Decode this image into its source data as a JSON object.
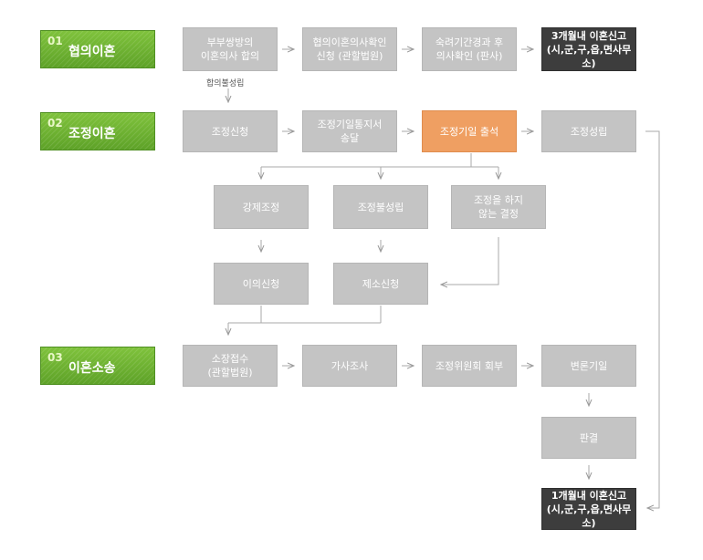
{
  "stages": [
    {
      "number": "01",
      "title": "협의이혼"
    },
    {
      "number": "02",
      "title": "조정이혼"
    },
    {
      "number": "03",
      "title": "이혼소송"
    }
  ],
  "row1": [
    "부부쌍방의\n이혼의사 합의",
    "협의이혼의사확인\n신청 (관할법원)",
    "숙려기간경과 후\n의사확인 (판사)",
    "3개월내 이혼신고\n(시,군,구,읍,면사무소)"
  ],
  "note_failed": "합의불성립",
  "row2": [
    "조정신청",
    "조정기일통지서\n송달",
    "조정기일 출석",
    "조정성립"
  ],
  "row2b": [
    "강제조정",
    "조정불성립",
    "조정을 하지\n않는 결정"
  ],
  "row2c": [
    "이의신청",
    "제소신청"
  ],
  "row3": [
    "소장접수\n(관할법원)",
    "가사조사",
    "조정위원회 회부",
    "변론기일"
  ],
  "judgment": "판결",
  "final": "1개월내 이혼신고\n(시,군,구,읍,면사무소)",
  "colors": {
    "green": "#6db132",
    "gray_box": "#c4c4c4",
    "orange_box": "#ef9f62",
    "dark_box": "#3d3d3d",
    "line": "#bbbbbb"
  }
}
